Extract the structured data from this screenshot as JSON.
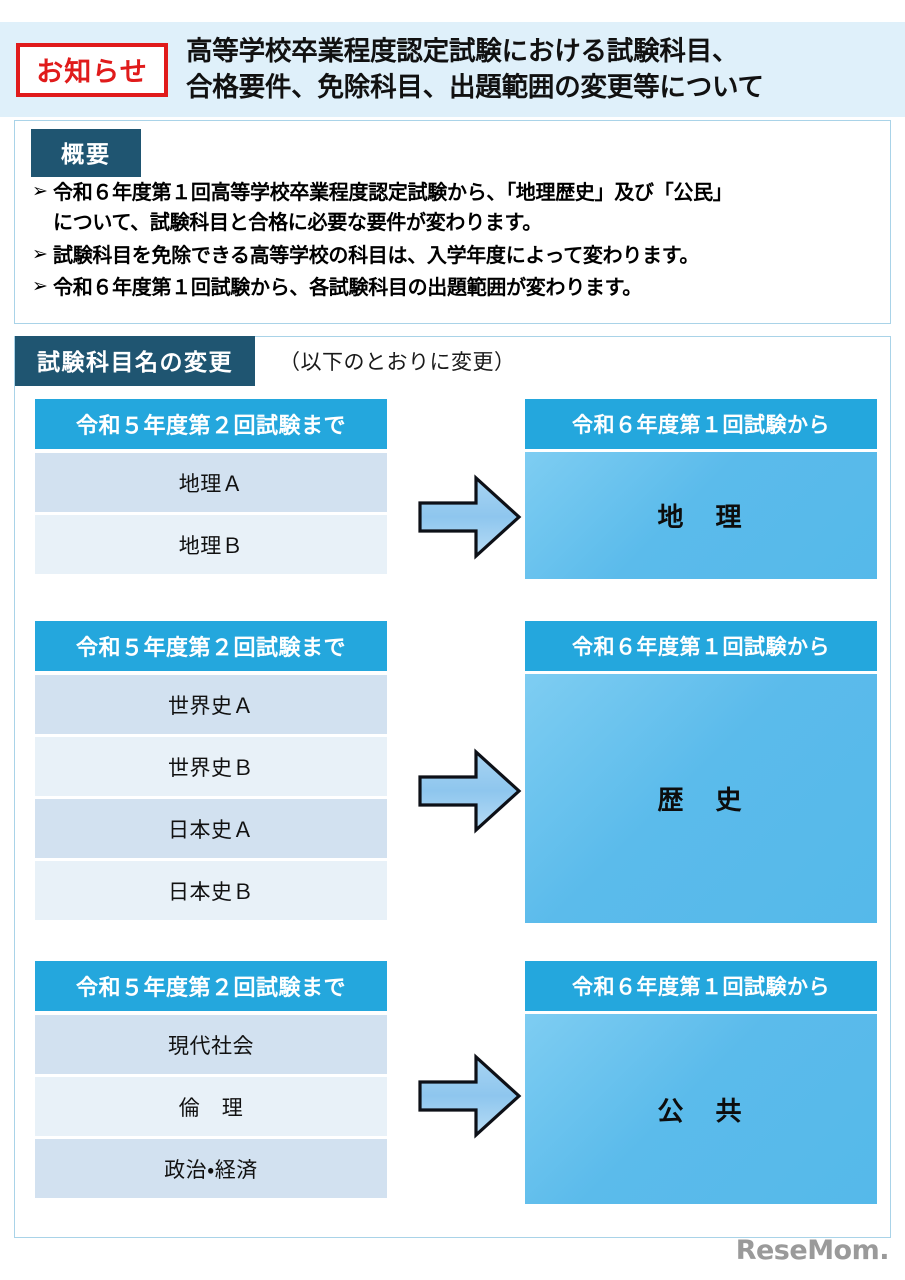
{
  "header": {
    "badge_label": "お知らせ",
    "title": "高等学校卒業程度認定試験における試験科目、\n合格要件、免除科目、出題範囲の変更等について",
    "badge_border_color": "#e01b1b",
    "banner_bg": "#dff0fa"
  },
  "summary": {
    "tag_label": "概要",
    "tag_bg": "#1f5571",
    "bullet_glyph": "➢",
    "bullets": [
      "令和６年度第１回高等学校卒業程度認定試験から、「地理歴史」及び「公民」\nについて、試験科目と合格に必要な要件が変わります。",
      "試験科目を免除できる高等学校の科目は、入学年度によって変わります。",
      "令和６年度第１回試験から、各試験科目の出題範囲が変わります。"
    ]
  },
  "changes": {
    "tag_label": "試験科目名の変更",
    "note": "（以下のとおりに変更）",
    "old_header": "令和５年度第２回試験まで",
    "new_header": "令和６年度第１回試験から",
    "header_bg": "#24a7dd",
    "row_shade_a": "#d2e1f0",
    "row_shade_b": "#e8f1f8",
    "arrow_icon": "right-block-arrow",
    "blocks": [
      {
        "name": "geography",
        "old_subjects": [
          "地理Ａ",
          "地理Ｂ"
        ],
        "new_subject": "地　理"
      },
      {
        "name": "history",
        "old_subjects": [
          "世界史Ａ",
          "世界史Ｂ",
          "日本史Ａ",
          "日本史Ｂ"
        ],
        "new_subject": "歴　史"
      },
      {
        "name": "civics",
        "old_subjects": [
          "現代社会",
          "倫　理",
          "政治・経済"
        ],
        "new_subject": "公　共"
      }
    ]
  },
  "footer": {
    "watermark": "ReseMom."
  }
}
